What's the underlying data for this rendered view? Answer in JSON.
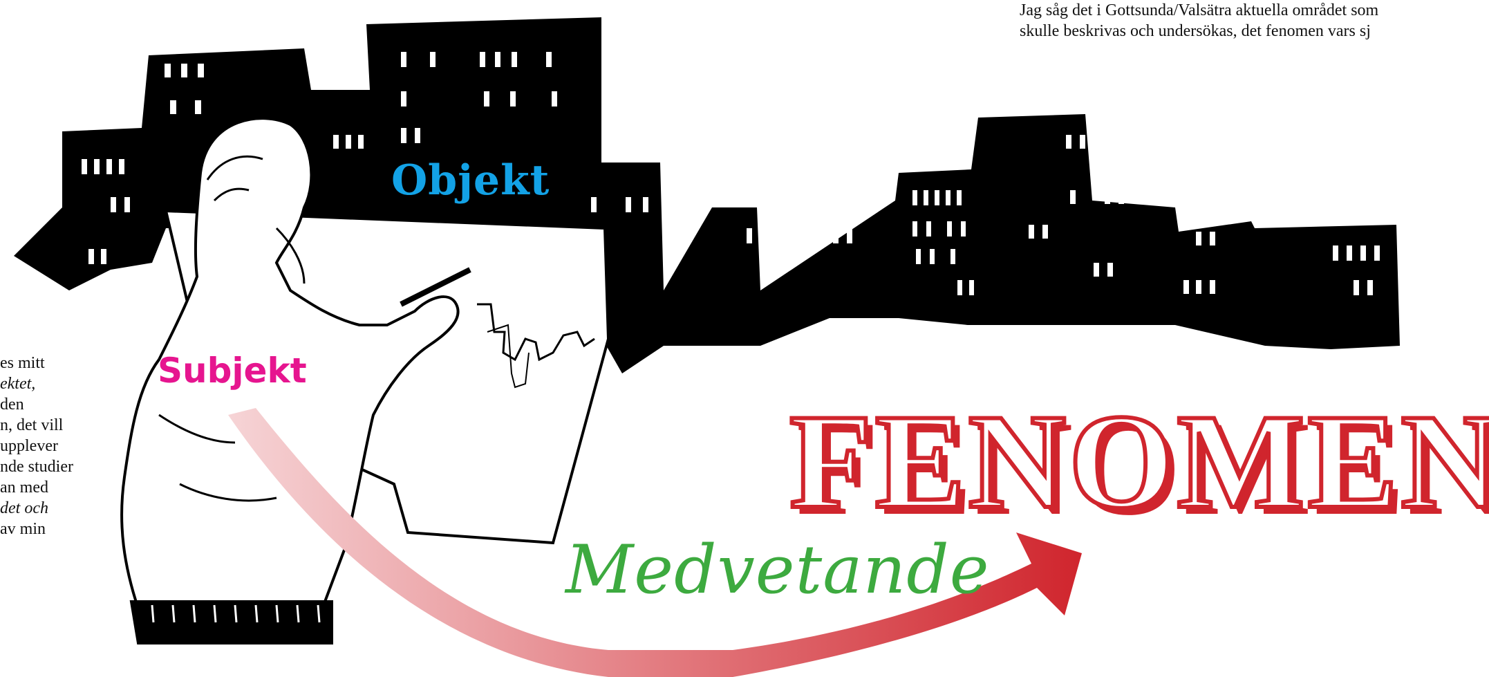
{
  "colors": {
    "city": "#000000",
    "objekt": "#13a2e6",
    "subjekt": "#e6158f",
    "medvetande": "#3daa3f",
    "fenomen": "#d0252d",
    "arrow_start": "#f6d4d6",
    "arrow_end": "#d0252d"
  },
  "texts": {
    "top_right_lines": [
      "Jag såg det i Gottsunda/Valsätra aktuella området som",
      "skulle beskrivas och undersökas, det fenomen vars sj"
    ],
    "left_lines": [
      "es mitt",
      "ektet,",
      "den",
      "n, det vill",
      "upplever",
      "nde studier",
      "an med",
      "det och",
      "av min"
    ]
  },
  "labels": {
    "objekt": "Objekt",
    "subjekt": "Subjekt",
    "medvetande": "Medvetande",
    "fenomen": "FENOMEN"
  },
  "icons": {
    "city": "city-silhouette-icon",
    "artist": "artist-figure-icon",
    "easel": "drawing-board-icon",
    "arrow": "curved-arrow-icon"
  }
}
